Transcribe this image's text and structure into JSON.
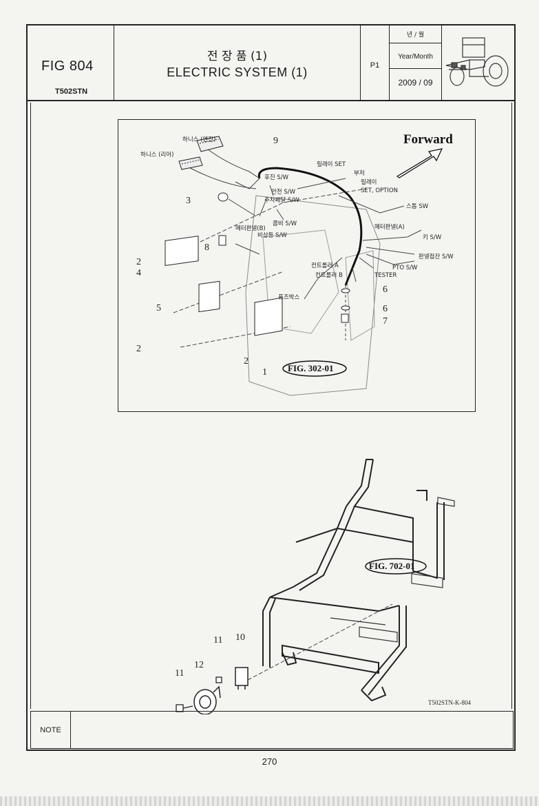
{
  "header": {
    "fig_no": "FIG 804",
    "model": "T502STN",
    "title_ko": "전 장 품 (1)",
    "title_en": "ELECTRIC SYSTEM (1)",
    "page_code": "P1",
    "ym_ko": "년 / 월",
    "ym_en": "Year/Month",
    "ym_date": "2009 / 09"
  },
  "diagram_top": {
    "forward": "Forward",
    "fig_ref": "FIG. 302-01",
    "labels": {
      "harness_engine": "하니스 (엔진)",
      "harness_rear": "하니스 (리어)",
      "relay_set": "릴레이 SET",
      "buzzer": "부저",
      "reverse_sw": "후진 S/W",
      "relay_set_option": "릴레이",
      "set_option": "SET, OPTION",
      "safety_sw": "안전 S/W",
      "parking_brake_sw": "주차페달 S/W",
      "stop_sw": "스톱 SW",
      "meter_panel_b": "메터판넬(B)",
      "combi_sw": "콤비 S/W",
      "hazard_sw": "비상등 S/W",
      "meter_panel_a": "메터판넬(A)",
      "key_sw": "키 S/W",
      "panel_tilt_sw": "판넬접잔 S/W",
      "pto_sw": "PTO S/W",
      "controller_a": "컨트롤러 A",
      "controller_b": "컨트롤러 B",
      "tester": "TESTER",
      "fuse_box": "퓨즈박스"
    },
    "callouts": [
      "9",
      "3",
      "8",
      "2",
      "4",
      "5",
      "2",
      "2",
      "1",
      "6",
      "6",
      "7"
    ]
  },
  "diagram_bottom": {
    "fig_ref": "FIG. 702-01",
    "code": "T502STN-K-804",
    "callouts": [
      "11",
      "10",
      "12",
      "11"
    ]
  },
  "note_label": "NOTE",
  "page_number": "270"
}
